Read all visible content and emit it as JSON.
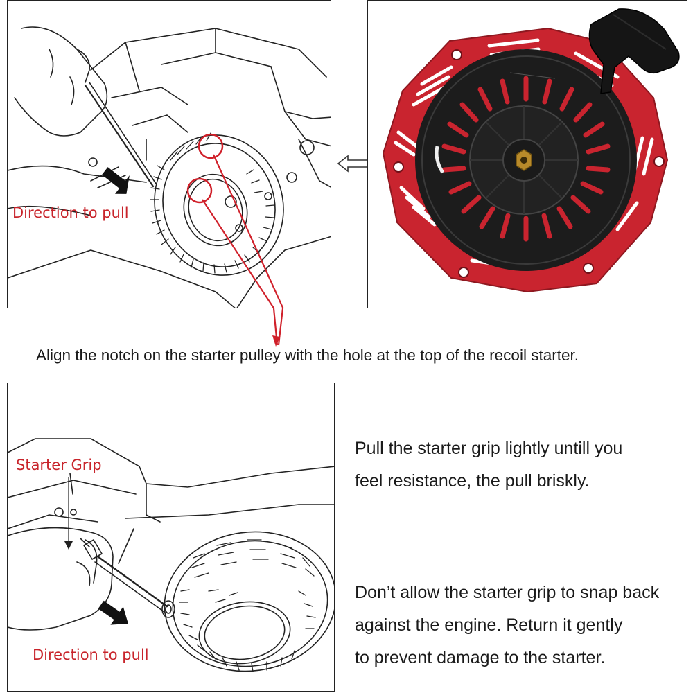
{
  "top_left": {
    "direction_label": "Direction to pull"
  },
  "caption_top": "Align the notch on the starter pulley with the hole at the top of the recoil starter.",
  "bottom_left": {
    "starter_grip_label": "Starter Grip",
    "direction_label": "Direction to pull"
  },
  "instructions_1": [
    "Pull the starter grip lightly untill you",
    "feel resistance, the pull briskly."
  ],
  "instructions_2": [
    "Don’t allow the starter grip to snap back",
    "against the engine. Return it gently",
    "to prevent damage to the starter."
  ],
  "colors": {
    "callout_red": "#d0202a",
    "starter_red": "#c9242f",
    "housing_black": "#1c1c1c"
  }
}
